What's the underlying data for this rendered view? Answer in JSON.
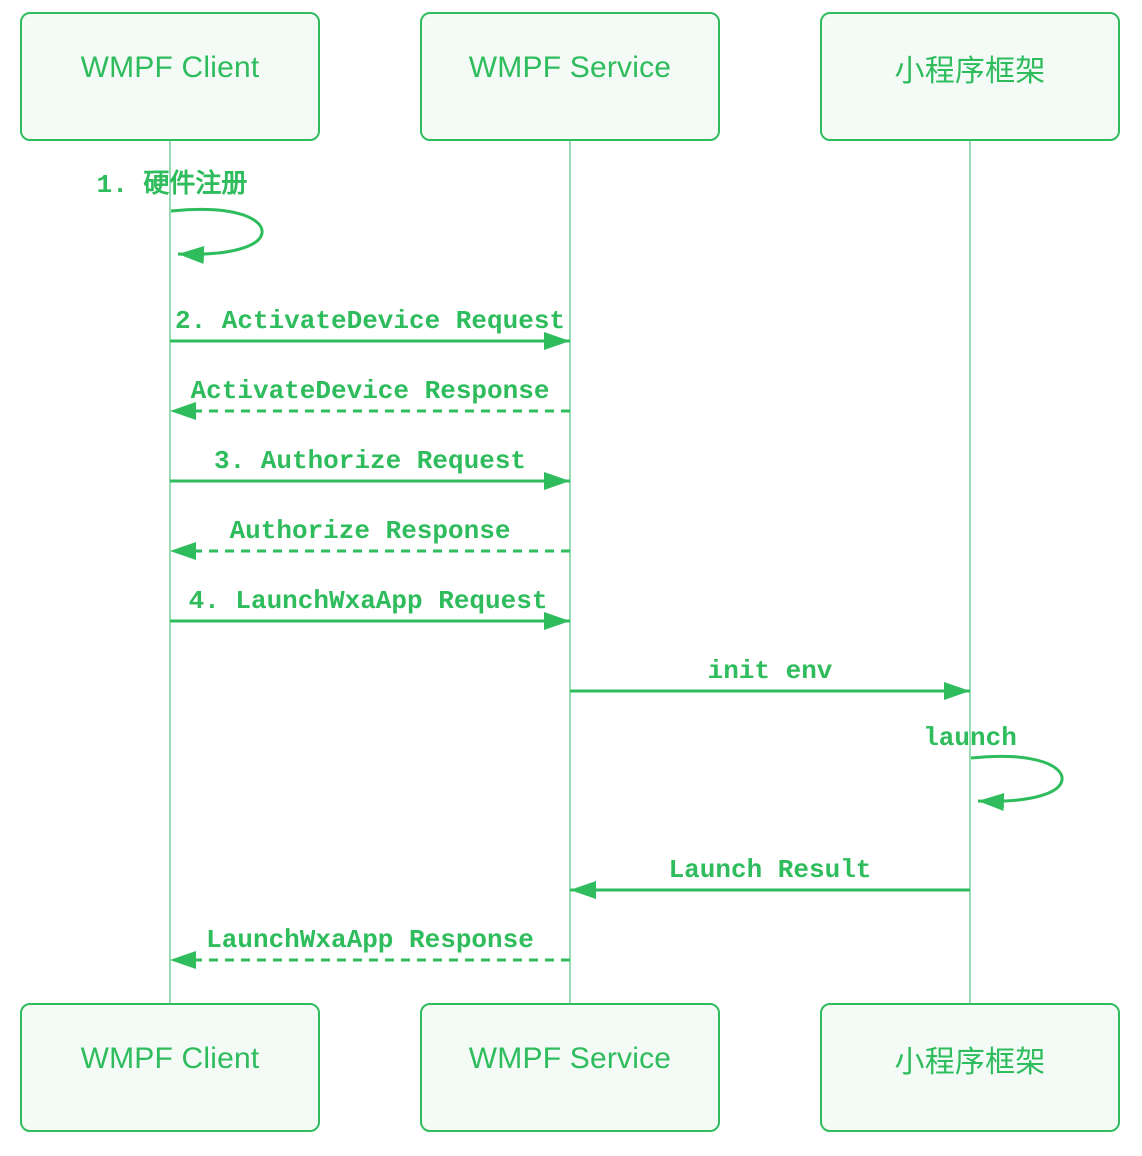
{
  "diagram": {
    "type": "sequence-diagram",
    "colors": {
      "primary_green": "#2EBC5C",
      "lifeline_green": "#9ADCB2",
      "actor_fill": "#F4FBF7",
      "background": "#FFFFFF"
    },
    "actors": [
      {
        "id": "wmpf-client",
        "label": "WMPF Client"
      },
      {
        "id": "wmpf-service",
        "label": "WMPF Service"
      },
      {
        "id": "mini-program-framework",
        "label": "小程序框架"
      }
    ],
    "messages": [
      {
        "from": "WMPF Client",
        "to": "WMPF Client",
        "label": "1. 硬件注册",
        "style": "self-loop"
      },
      {
        "from": "WMPF Client",
        "to": "WMPF Service",
        "label": "2. ActivateDevice Request",
        "style": "solid"
      },
      {
        "from": "WMPF Service",
        "to": "WMPF Client",
        "label": "ActivateDevice Response",
        "style": "dashed"
      },
      {
        "from": "WMPF Client",
        "to": "WMPF Service",
        "label": "3. Authorize Request",
        "style": "solid"
      },
      {
        "from": "WMPF Service",
        "to": "WMPF Client",
        "label": "Authorize Response",
        "style": "dashed"
      },
      {
        "from": "WMPF Client",
        "to": "WMPF Service",
        "label": "4. LaunchWxaApp Request",
        "style": "solid"
      },
      {
        "from": "WMPF Service",
        "to": "小程序框架",
        "label": "init env",
        "style": "solid"
      },
      {
        "from": "小程序框架",
        "to": "小程序框架",
        "label": "launch",
        "style": "self-loop"
      },
      {
        "from": "小程序框架",
        "to": "WMPF Service",
        "label": "Launch Result",
        "style": "solid"
      },
      {
        "from": "WMPF Service",
        "to": "WMPF Client",
        "label": "LaunchWxaApp Response",
        "style": "dashed"
      }
    ]
  }
}
